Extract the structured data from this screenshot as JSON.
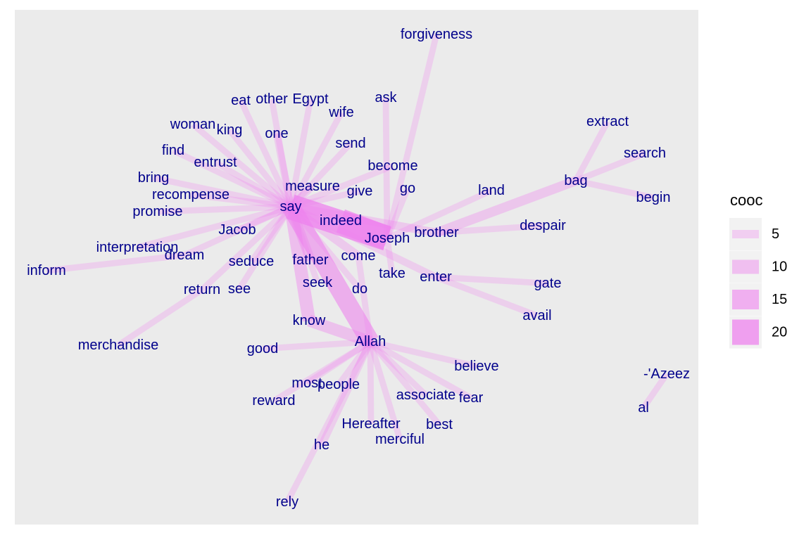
{
  "chart_data": {
    "type": "network",
    "edge_color": "#ee82ee",
    "edge_opacity": 0.55,
    "node_label_color": "#00008b",
    "panel_color": "#ebebeb",
    "legend": {
      "title": "cooc",
      "breaks": [
        5,
        10,
        15,
        20
      ],
      "labels": [
        "5",
        "10",
        "15",
        "20"
      ]
    },
    "nodes": [
      {
        "id": "forgiveness",
        "label": "forgiveness"
      },
      {
        "id": "ask",
        "label": "ask"
      },
      {
        "id": "eat",
        "label": "eat"
      },
      {
        "id": "other",
        "label": "other"
      },
      {
        "id": "Egypt",
        "label": "Egypt"
      },
      {
        "id": "wife",
        "label": "wife"
      },
      {
        "id": "woman",
        "label": "woman"
      },
      {
        "id": "king",
        "label": "king"
      },
      {
        "id": "one",
        "label": "one"
      },
      {
        "id": "extract",
        "label": "extract"
      },
      {
        "id": "find",
        "label": "find"
      },
      {
        "id": "send",
        "label": "send"
      },
      {
        "id": "search",
        "label": "search"
      },
      {
        "id": "entrust",
        "label": "entrust"
      },
      {
        "id": "become",
        "label": "become"
      },
      {
        "id": "bring",
        "label": "bring"
      },
      {
        "id": "bag",
        "label": "bag"
      },
      {
        "id": "measure",
        "label": "measure"
      },
      {
        "id": "give",
        "label": "give"
      },
      {
        "id": "go",
        "label": "go"
      },
      {
        "id": "land",
        "label": "land"
      },
      {
        "id": "recompense",
        "label": "recompense"
      },
      {
        "id": "begin",
        "label": "begin"
      },
      {
        "id": "say",
        "label": "say"
      },
      {
        "id": "promise",
        "label": "promise"
      },
      {
        "id": "indeed",
        "label": "indeed"
      },
      {
        "id": "despair",
        "label": "despair"
      },
      {
        "id": "Jacob",
        "label": "Jacob"
      },
      {
        "id": "brother",
        "label": "brother"
      },
      {
        "id": "Joseph",
        "label": "Joseph"
      },
      {
        "id": "interpretation",
        "label": "interpretation"
      },
      {
        "id": "dream",
        "label": "dream"
      },
      {
        "id": "come",
        "label": "come"
      },
      {
        "id": "seduce",
        "label": "seduce"
      },
      {
        "id": "father",
        "label": "father"
      },
      {
        "id": "inform",
        "label": "inform"
      },
      {
        "id": "take",
        "label": "take"
      },
      {
        "id": "enter",
        "label": "enter"
      },
      {
        "id": "gate",
        "label": "gate"
      },
      {
        "id": "seek",
        "label": "seek"
      },
      {
        "id": "return",
        "label": "return"
      },
      {
        "id": "see",
        "label": "see"
      },
      {
        "id": "do",
        "label": "do"
      },
      {
        "id": "avail",
        "label": "avail"
      },
      {
        "id": "know",
        "label": "know"
      },
      {
        "id": "Allah",
        "label": "Allah"
      },
      {
        "id": "merchandise",
        "label": "merchandise"
      },
      {
        "id": "good",
        "label": "good"
      },
      {
        "id": "believe",
        "label": "believe"
      },
      {
        "id": "Azeez",
        "label": "-'Azeez"
      },
      {
        "id": "most",
        "label": "most"
      },
      {
        "id": "people",
        "label": "people"
      },
      {
        "id": "associate",
        "label": "associate"
      },
      {
        "id": "fear",
        "label": "fear"
      },
      {
        "id": "reward",
        "label": "reward"
      },
      {
        "id": "al",
        "label": "al"
      },
      {
        "id": "Hereafter",
        "label": "Hereafter"
      },
      {
        "id": "best",
        "label": "best"
      },
      {
        "id": "merciful",
        "label": "merciful"
      },
      {
        "id": "he",
        "label": "he"
      },
      {
        "id": "rely",
        "label": "rely"
      }
    ],
    "edges": [
      {
        "source": "say",
        "target": "Joseph",
        "cooc": 20
      },
      {
        "source": "indeed",
        "target": "Joseph",
        "cooc": 19
      },
      {
        "source": "say",
        "target": "Allah",
        "cooc": 14
      },
      {
        "source": "say",
        "target": "know",
        "cooc": 9
      },
      {
        "source": "know",
        "target": "Allah",
        "cooc": 8
      },
      {
        "source": "bag",
        "target": "brother",
        "cooc": 6
      },
      {
        "source": "say",
        "target": "father",
        "cooc": 6
      },
      {
        "source": "say",
        "target": "brother",
        "cooc": 5
      },
      {
        "source": "say",
        "target": "come",
        "cooc": 5
      },
      {
        "source": "say",
        "target": "enter",
        "cooc": 4
      },
      {
        "source": "say",
        "target": "one",
        "cooc": 4
      },
      {
        "source": "say",
        "target": "eat",
        "cooc": 3
      },
      {
        "source": "say",
        "target": "other",
        "cooc": 3
      },
      {
        "source": "say",
        "target": "Egypt",
        "cooc": 3
      },
      {
        "source": "say",
        "target": "king",
        "cooc": 3
      },
      {
        "source": "say",
        "target": "woman",
        "cooc": 3
      },
      {
        "source": "say",
        "target": "entrust",
        "cooc": 3
      },
      {
        "source": "say",
        "target": "find",
        "cooc": 3
      },
      {
        "source": "say",
        "target": "bring",
        "cooc": 3
      },
      {
        "source": "say",
        "target": "recompense",
        "cooc": 3
      },
      {
        "source": "say",
        "target": "promise",
        "cooc": 3
      },
      {
        "source": "say",
        "target": "Jacob",
        "cooc": 3
      },
      {
        "source": "say",
        "target": "interpretation",
        "cooc": 3
      },
      {
        "source": "say",
        "target": "dream",
        "cooc": 3
      },
      {
        "source": "say",
        "target": "seduce",
        "cooc": 3
      },
      {
        "source": "say",
        "target": "return",
        "cooc": 3
      },
      {
        "source": "say",
        "target": "see",
        "cooc": 3
      },
      {
        "source": "say",
        "target": "wife",
        "cooc": 3
      },
      {
        "source": "say",
        "target": "send",
        "cooc": 3
      },
      {
        "source": "say",
        "target": "become",
        "cooc": 3
      },
      {
        "source": "say",
        "target": "give",
        "cooc": 3
      },
      {
        "source": "say",
        "target": "seek",
        "cooc": 3
      },
      {
        "source": "say",
        "target": "do",
        "cooc": 3
      },
      {
        "source": "say",
        "target": "measure",
        "cooc": 4
      },
      {
        "source": "Joseph",
        "target": "forgiveness",
        "cooc": 3
      },
      {
        "source": "Joseph",
        "target": "ask",
        "cooc": 3
      },
      {
        "source": "Joseph",
        "target": "go",
        "cooc": 3
      },
      {
        "source": "Joseph",
        "target": "land",
        "cooc": 3
      },
      {
        "source": "Joseph",
        "target": "take",
        "cooc": 3
      },
      {
        "source": "brother",
        "target": "despair",
        "cooc": 3
      },
      {
        "source": "bag",
        "target": "extract",
        "cooc": 3
      },
      {
        "source": "bag",
        "target": "search",
        "cooc": 3
      },
      {
        "source": "bag",
        "target": "begin",
        "cooc": 3
      },
      {
        "source": "enter",
        "target": "gate",
        "cooc": 3
      },
      {
        "source": "enter",
        "target": "avail",
        "cooc": 3
      },
      {
        "source": "dream",
        "target": "inform",
        "cooc": 3
      },
      {
        "source": "return",
        "target": "merchandise",
        "cooc": 3
      },
      {
        "source": "Allah",
        "target": "good",
        "cooc": 3
      },
      {
        "source": "Allah",
        "target": "most",
        "cooc": 3
      },
      {
        "source": "Allah",
        "target": "people",
        "cooc": 3
      },
      {
        "source": "Allah",
        "target": "reward",
        "cooc": 3
      },
      {
        "source": "Allah",
        "target": "believe",
        "cooc": 3
      },
      {
        "source": "Allah",
        "target": "associate",
        "cooc": 3
      },
      {
        "source": "Allah",
        "target": "fear",
        "cooc": 3
      },
      {
        "source": "Allah",
        "target": "Hereafter",
        "cooc": 3
      },
      {
        "source": "Allah",
        "target": "best",
        "cooc": 3
      },
      {
        "source": "Allah",
        "target": "merciful",
        "cooc": 3
      },
      {
        "source": "Allah",
        "target": "he",
        "cooc": 4
      },
      {
        "source": "Allah",
        "target": "rely",
        "cooc": 3
      },
      {
        "source": "Allah",
        "target": "come",
        "cooc": 3
      },
      {
        "source": "Azeez",
        "target": "al",
        "cooc": 3
      }
    ]
  }
}
